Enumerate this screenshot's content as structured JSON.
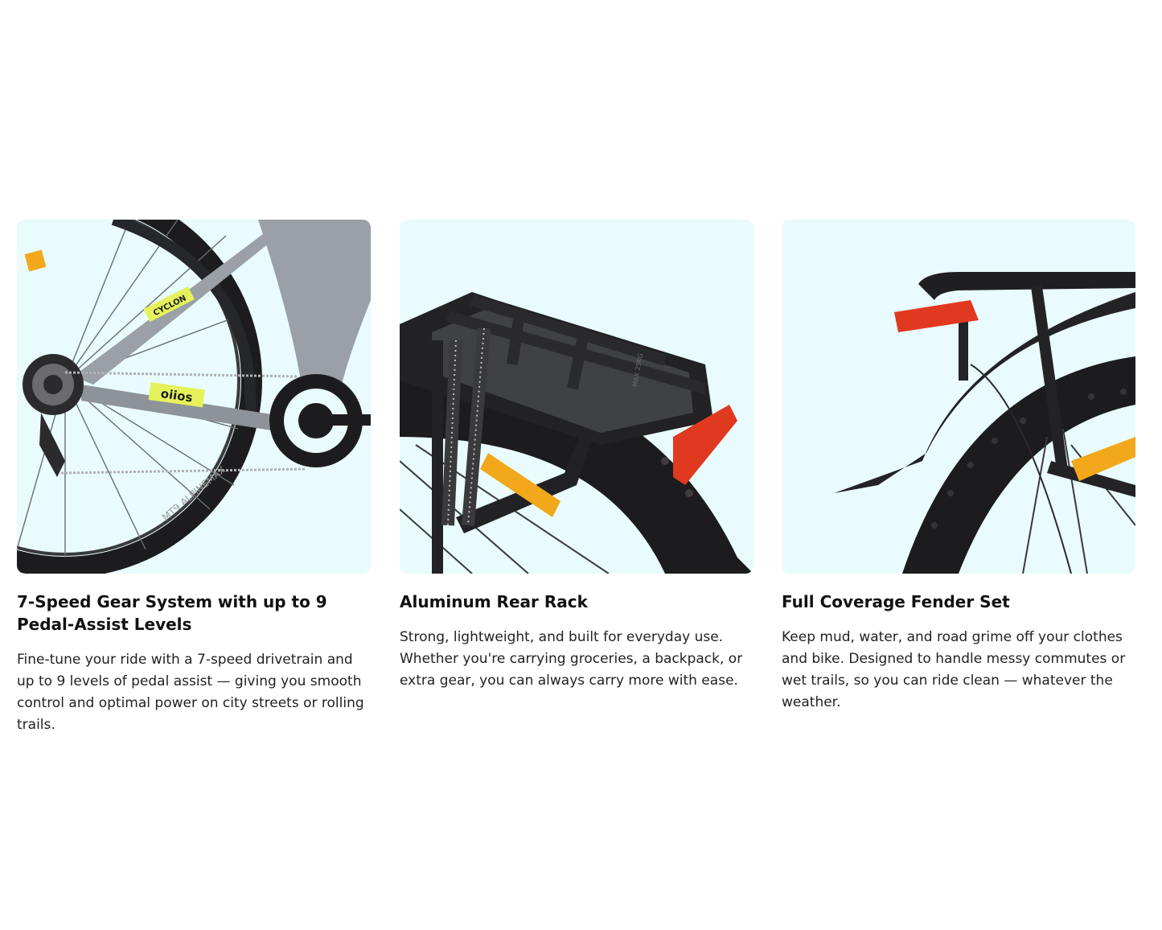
{
  "features": [
    {
      "title": "7-Speed Gear System with up to 9 Pedal-Assist Levels",
      "description": "Fine-tune your ride with a 7-speed drivetrain and up to 9 levels of pedal assist — giving you smooth control and optimal power on city streets or rolling trails.",
      "image_text": {
        "frame_badge": "CYCLON",
        "brand_badge": "oiios",
        "tire_text": "MT9 ALPINEMAX"
      }
    },
    {
      "title": "Aluminum Rear Rack",
      "description": "Strong, lightweight, and built for everyday use. Whether you're carrying groceries, a backpack, or extra gear, you can always carry more with ease.",
      "image_text": {
        "rack_label": "MAX 25KG"
      }
    },
    {
      "title": "Full Coverage Fender Set",
      "description": "Keep mud, water, and road grime off your clothes and bike. Designed to handle messy commutes or wet trails, so you can ride clean — whatever the weather.",
      "image_text": {}
    }
  ],
  "colors": {
    "photo_bg": "#e9fbfc",
    "frame_gray": "#9aa0a5",
    "tire_black": "#1c1c1e",
    "accent_yellow": "#e5f25a",
    "tail_light_red": "#e0391f",
    "reflector_amber": "#f2a81a"
  }
}
